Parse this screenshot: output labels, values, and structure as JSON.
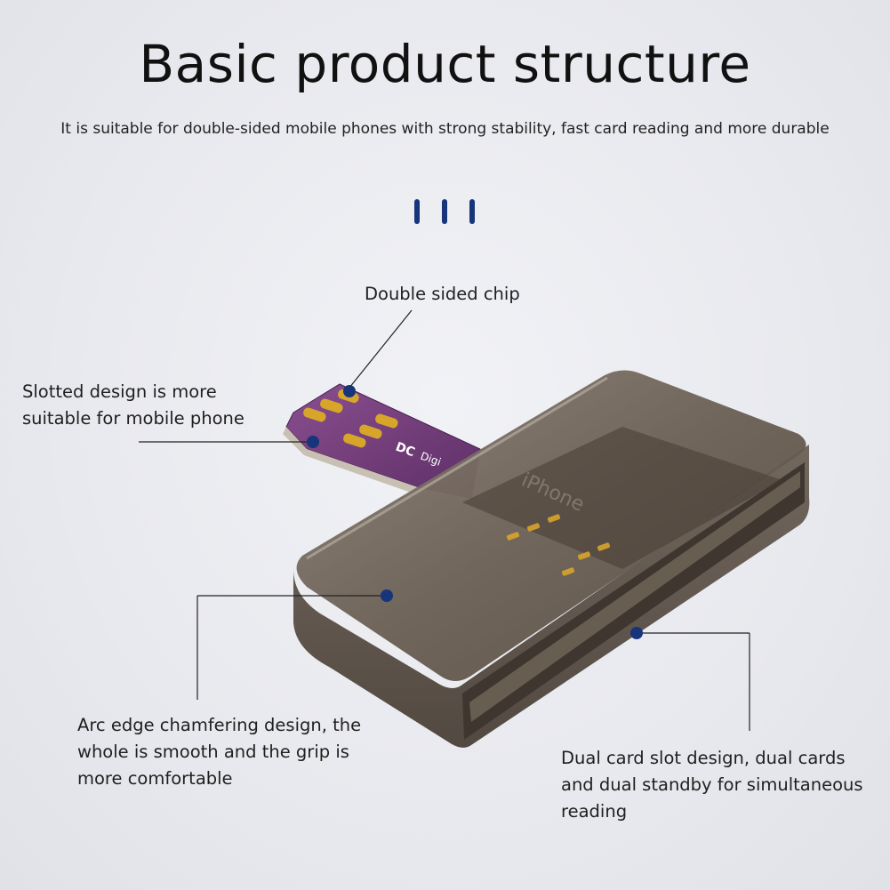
{
  "header": {
    "title": "Basic product structure",
    "subtitle": "It is suitable for double-sided mobile phones with strong stability, fast card reading and more durable"
  },
  "callouts": {
    "chip": "Double sided chip",
    "slotted": "Slotted design is more\nsuitable for mobile phone",
    "arc": "Arc edge chamfering design, the\nwhole is smooth and the grip is\nmore comfortable",
    "dual": "Dual card slot design, dual cards\nand dual standby for simultaneous\nreading"
  },
  "product": {
    "chip_brand": "DC",
    "chip_text": "Digi",
    "case_text": "iPhone"
  },
  "colors": {
    "accent": "#17357a",
    "case": "#5a5148",
    "chip": "#6e3a78",
    "contact": "#d8a52b"
  }
}
